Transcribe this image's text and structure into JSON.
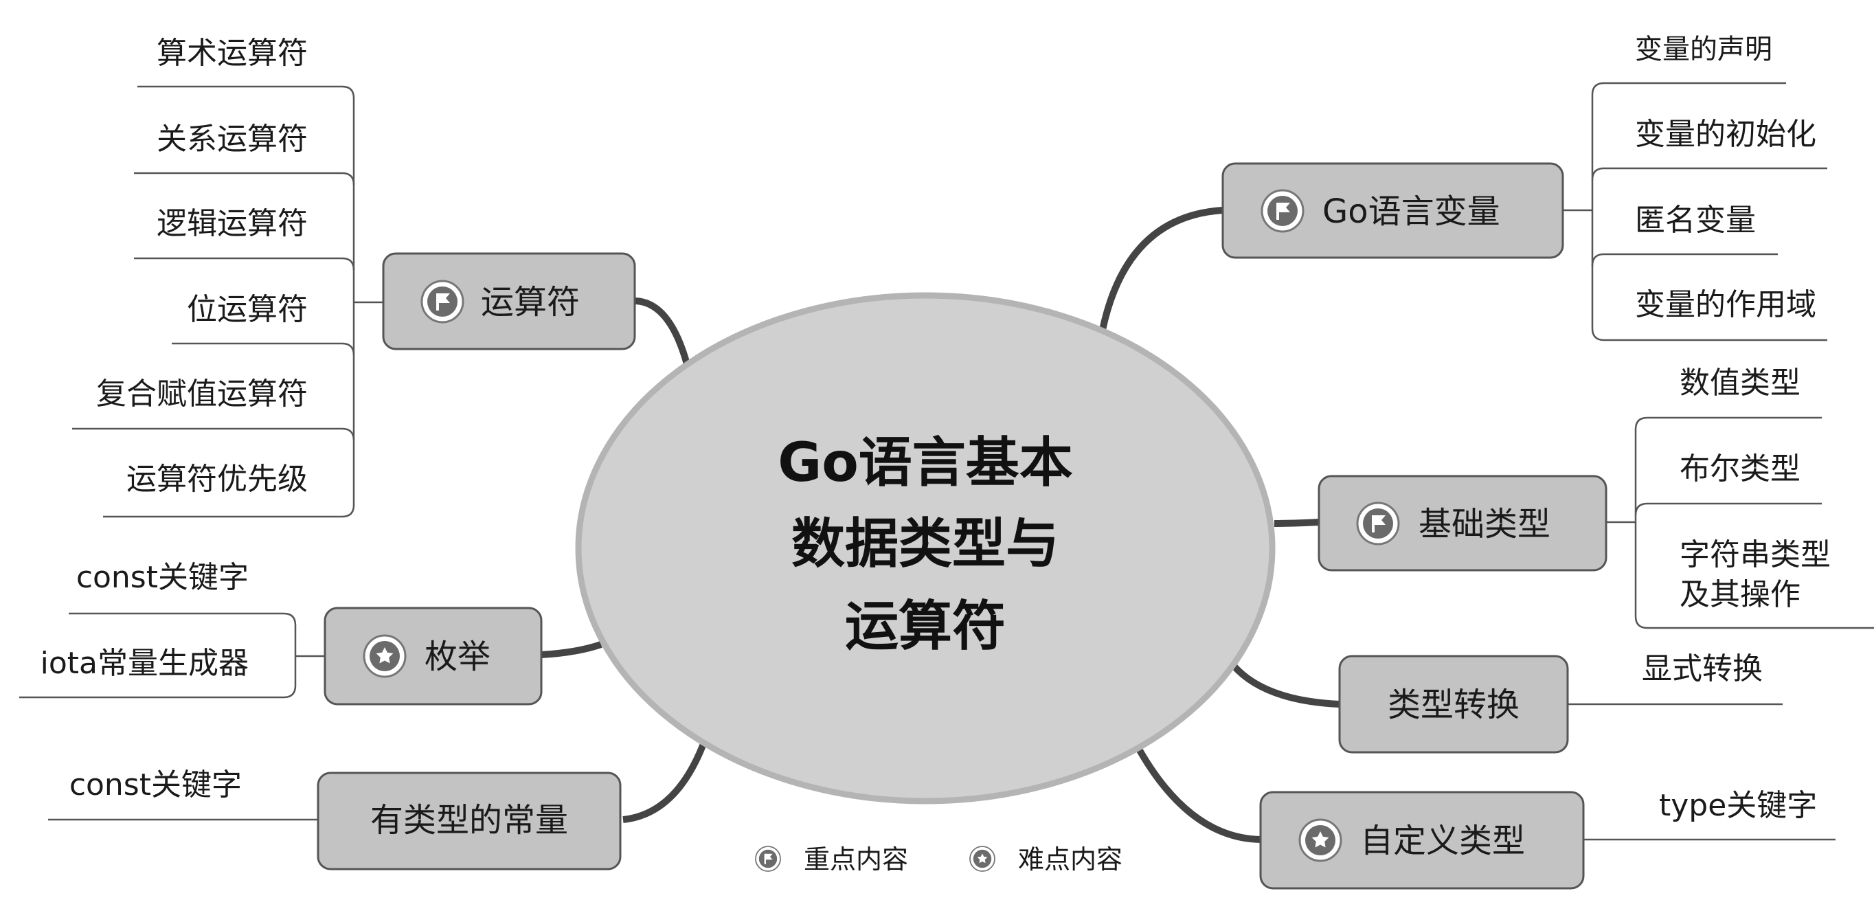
{
  "center": {
    "lines": [
      "Go语言基本",
      "数据类型与",
      "运算符"
    ]
  },
  "legend": {
    "key_label": "重点内容",
    "hard_label": "难点内容"
  },
  "branches": {
    "operators": {
      "label": "运算符",
      "icon": "flag-icon",
      "items": [
        "算术运算符",
        "关系运算符",
        "逻辑运算符",
        "位运算符",
        "复合赋值运算符",
        "运算符优先级"
      ]
    },
    "enum": {
      "label": "枚举",
      "icon": "star-icon",
      "items": [
        "const关键字",
        "iota常量生成器"
      ]
    },
    "typed_const": {
      "label": "有类型的常量",
      "icon": "",
      "items": [
        "const关键字"
      ]
    },
    "variables": {
      "label": "Go语言变量",
      "icon": "flag-icon",
      "items": [
        "变量的声明",
        "变量的初始化",
        "匿名变量",
        "变量的作用域"
      ]
    },
    "basic_types": {
      "label": "基础类型",
      "icon": "flag-icon",
      "items": [
        "数值类型",
        "布尔类型",
        "字符串类型\n及其操作"
      ]
    },
    "conversion": {
      "label": "类型转换",
      "icon": "",
      "items": [
        "显式转换"
      ]
    },
    "custom_type": {
      "label": "自定义类型",
      "icon": "star-icon",
      "items": [
        "type关键字"
      ]
    }
  },
  "colors": {
    "center_fill": "#d0d0d0",
    "center_stroke": "#b4b4b4",
    "node_fill": "#c3c3c3",
    "node_stroke": "#555555",
    "line": "#444444",
    "icon_fill": "#6b6b6b"
  }
}
